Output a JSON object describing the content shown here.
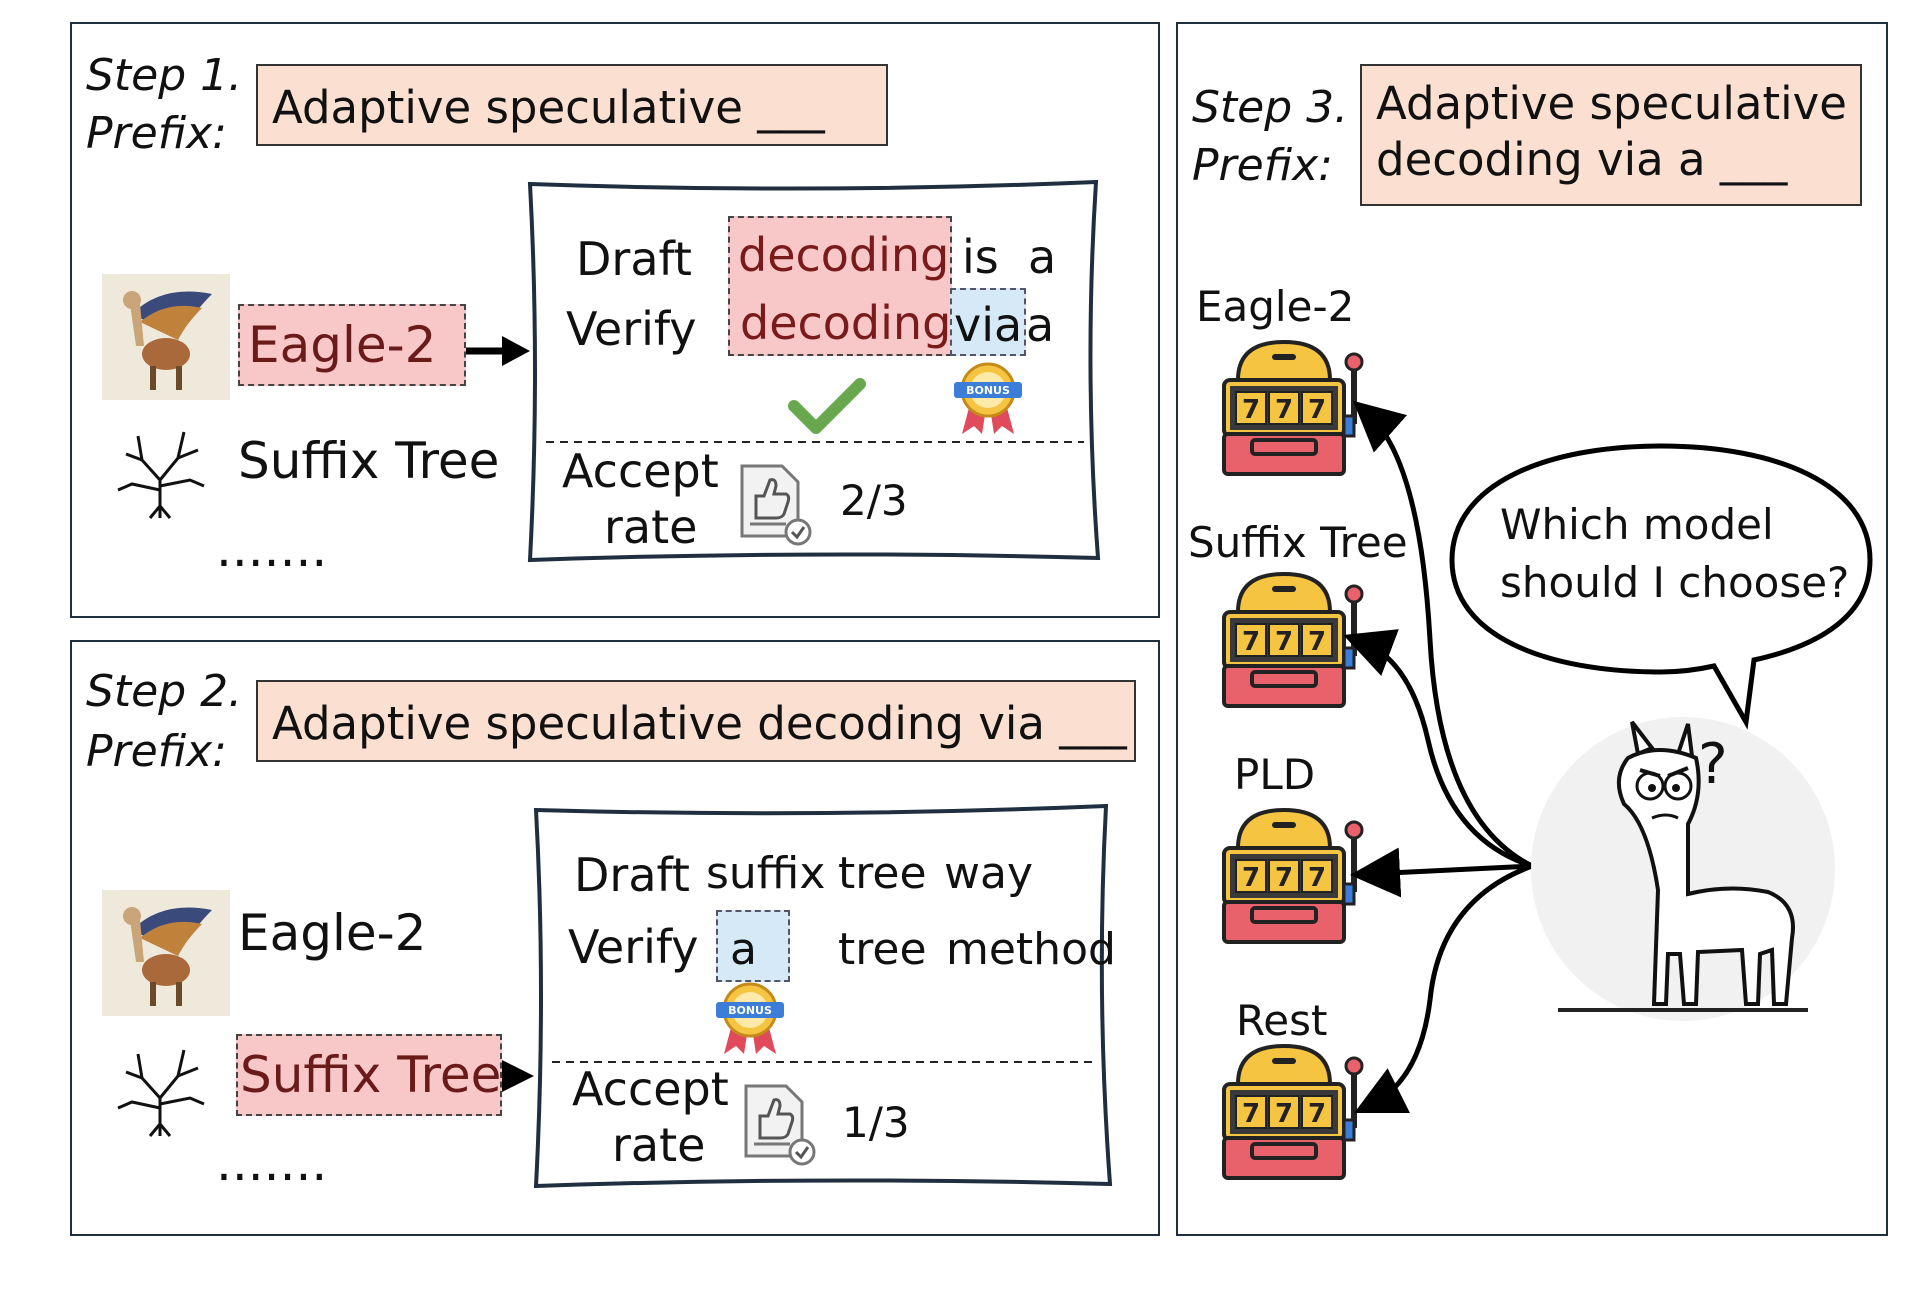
{
  "step1": {
    "step_label": "Step 1.",
    "prefix_label": "Prefix:",
    "prefix_text": "Adaptive speculative ___",
    "models": [
      "Eagle-2",
      "Suffix Tree",
      "......."
    ],
    "card": {
      "draft_label": "Draft",
      "verify_label": "Verify",
      "draft_tokens": [
        "decoding",
        "is",
        "a"
      ],
      "verify_tokens": [
        "decoding",
        "via",
        "a"
      ],
      "bonus_badge": "BONUS",
      "accept_label_1": "Accept",
      "accept_label_2": "rate",
      "accept_value": "2/3"
    }
  },
  "step2": {
    "step_label": "Step 2.",
    "prefix_label": "Prefix:",
    "prefix_text": "Adaptive speculative decoding via ___",
    "models": [
      "Eagle-2",
      "Suffix Tree",
      "......."
    ],
    "card": {
      "draft_label": "Draft",
      "verify_label": "Verify",
      "draft_tokens": [
        "suffix",
        "tree",
        "way"
      ],
      "verify_tokens": [
        "a",
        "tree",
        "method"
      ],
      "bonus_badge": "BONUS",
      "accept_label_1": "Accept",
      "accept_label_2": "rate",
      "accept_value": "1/3"
    }
  },
  "step3": {
    "step_label": "Step 3.",
    "prefix_label": "Prefix:",
    "prefix_line1": "Adaptive speculative",
    "prefix_line2": "decoding via a ___",
    "arms": [
      "Eagle-2",
      "Suffix Tree",
      "PLD",
      "Rest"
    ],
    "slot_symbol": "777",
    "bubble_line1": "Which model",
    "bubble_line2": "should I choose?",
    "question_mark": "?"
  },
  "colors": {
    "prefix_fill": "#fbe0d2",
    "selected_fill": "#f8c7c7",
    "bonus_fill": "#d6e9f7",
    "check": "#6aa84f",
    "slot_red": "#e8616b",
    "slot_yellow": "#f5c542",
    "slot_blue": "#3b7dd8"
  },
  "icons": [
    "eagle-llama-icon",
    "tree-icon",
    "check-icon",
    "bonus-badge-icon",
    "thumbs-up-doc-icon",
    "slot-machine-icon",
    "llama-icon"
  ]
}
